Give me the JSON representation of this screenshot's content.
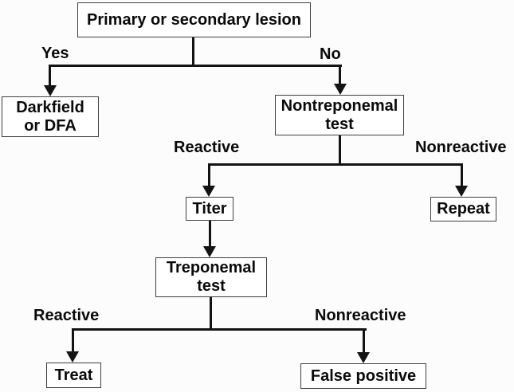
{
  "diagram": {
    "type": "flowchart",
    "nodes": {
      "root": {
        "label": "Primary or secondary lesion"
      },
      "darkfield": {
        "label": "Darkfield or DFA",
        "line1": "Darkfield",
        "line2": "or DFA"
      },
      "nontreponemal": {
        "label": "Nontreponemal test",
        "line1": "Nontreponemal",
        "line2": "test"
      },
      "titer": {
        "label": "Titer"
      },
      "repeat": {
        "label": "Repeat"
      },
      "treponemal": {
        "label": "Treponemal test",
        "line1": "Treponemal",
        "line2": "test"
      },
      "treat": {
        "label": "Treat"
      },
      "false_positive": {
        "label": "False positive"
      }
    },
    "edge_labels": {
      "yes": "Yes",
      "no": "No",
      "reactive1": "Reactive",
      "nonreactive1": "Nonreactive",
      "reactive2": "Reactive",
      "nonreactive2": "Nonreactive"
    },
    "colors": {
      "background": "#fcfcfc",
      "box_fill": "#ffffff",
      "box_border": "#3f3f3f",
      "line": "#131313",
      "text": "#0a0a0a"
    }
  }
}
